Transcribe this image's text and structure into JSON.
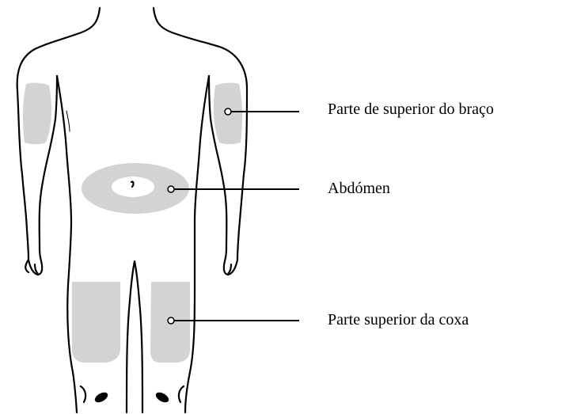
{
  "labels": {
    "upper_arm": "Parte de superior do braço",
    "abdomen": "Abdómen",
    "upper_thigh": "Parte superior da coxa"
  },
  "colors": {
    "outline": "#000000",
    "injection_zone": "#d3d3d3",
    "background": "#ffffff"
  }
}
